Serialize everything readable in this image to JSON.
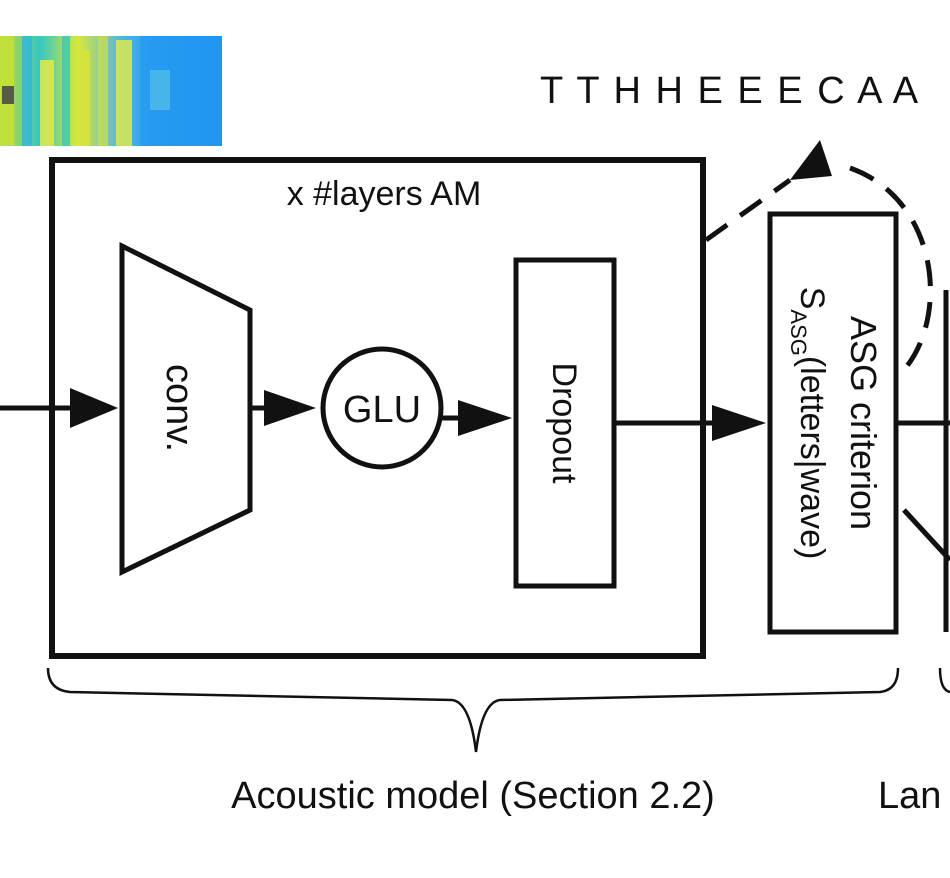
{
  "output_sequence": "T T H H E E E C A A",
  "am_block_title": "x #layers AM",
  "conv_label": "conv.",
  "glu_label": "GLU",
  "dropout_label": "Dropout",
  "asg": {
    "title": "ASG criterion",
    "s_letter": "S",
    "subscript": "ASG",
    "args": "(letters|wave)"
  },
  "acoustic_caption": "Acoustic model (Section 2.2)",
  "cut_caption": "Lan",
  "colors": {
    "stroke": "#111111",
    "background": "#ffffff"
  }
}
